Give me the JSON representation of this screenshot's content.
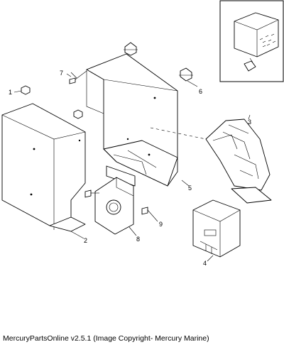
{
  "diagram": {
    "callouts": [
      "1",
      "2",
      "3",
      "4",
      "5",
      "6",
      "7",
      "8",
      "9"
    ]
  },
  "footer": {
    "caption": "MercuryPartsOnline v2.5.1 (Image Copyright- Mercury Marine)"
  }
}
